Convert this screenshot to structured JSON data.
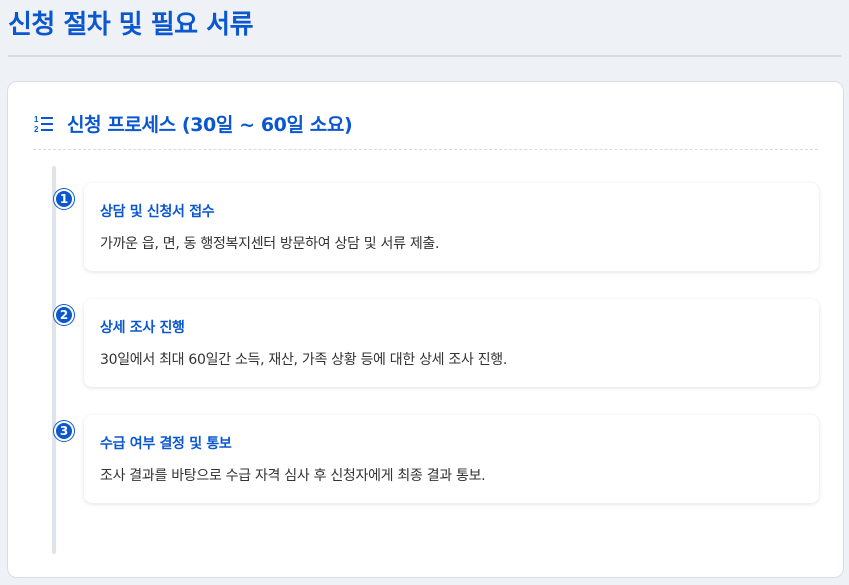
{
  "page": {
    "title": "신청 절차 및 필요 서류"
  },
  "section": {
    "icon": "numbered-list-icon",
    "title": "신청 프로세스 (30일 ~ 60일 소요)"
  },
  "steps": [
    {
      "number": "1",
      "title": "상담 및 신청서 접수",
      "description": "가까운 읍, 면, 동 행정복지센터 방문하여 상담 및 서류 제출."
    },
    {
      "number": "2",
      "title": "상세 조사 진행",
      "description": "30일에서 최대 60일간 소득, 재산, 가족 상황 등에 대한 상세 조사 진행."
    },
    {
      "number": "3",
      "title": "수급 여부 결정 및 통보",
      "description": "조사 결과를 바탕으로 수급 자격 심사 후 신청자에게 최종 결과 통보."
    }
  ],
  "colors": {
    "accent": "#0b57d0",
    "background": "#eef1f5",
    "card": "#ffffff"
  }
}
